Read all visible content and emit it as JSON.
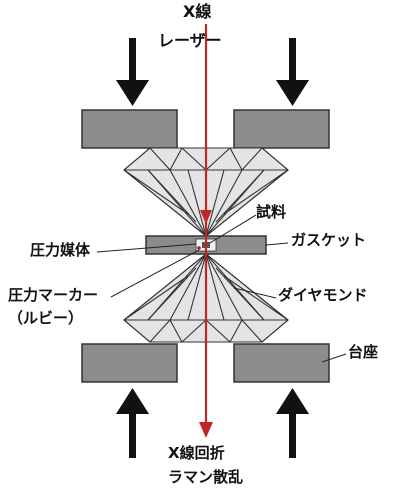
{
  "labels": {
    "top_line1": "X線",
    "top_line2": "レーザー",
    "sample": "試料",
    "gasket": "ガスケット",
    "pressure_medium": "圧力媒体",
    "pressure_marker_line1": "圧力マーカー",
    "pressure_marker_line2": "（ルビー）",
    "diamond": "ダイヤモンド",
    "base": "台座",
    "bottom_line1": "X線回折",
    "bottom_line2": "ラマン散乱"
  },
  "colors": {
    "beam": "#c0262a",
    "steel": "#8c8c8c",
    "diamond_fill": "#e4e4e4",
    "diamond_edge": "#333333",
    "arrow": "#111111"
  }
}
